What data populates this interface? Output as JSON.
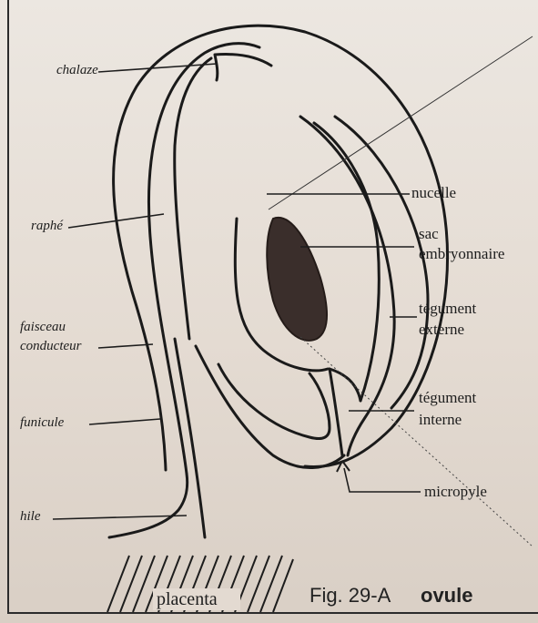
{
  "labels": {
    "chalaze": "chalaze",
    "raphe": "raphé",
    "faisceau_line1": "faisceau",
    "faisceau_line2": "conducteur",
    "funicule": "funicule",
    "hile": "hile",
    "nucelle": "nucelle",
    "sac_line1": "sac",
    "sac_line2": "embryonnaire",
    "tegument_externe_line1": "tégument",
    "tegument_externe_line2": "externe",
    "tegument_interne_line1": "tégument",
    "tegument_interne_line2": "interne",
    "micropyle": "micropyle",
    "placenta": "placenta"
  },
  "caption": {
    "fig": "Fig. 29-A",
    "name": "ovule"
  }
}
